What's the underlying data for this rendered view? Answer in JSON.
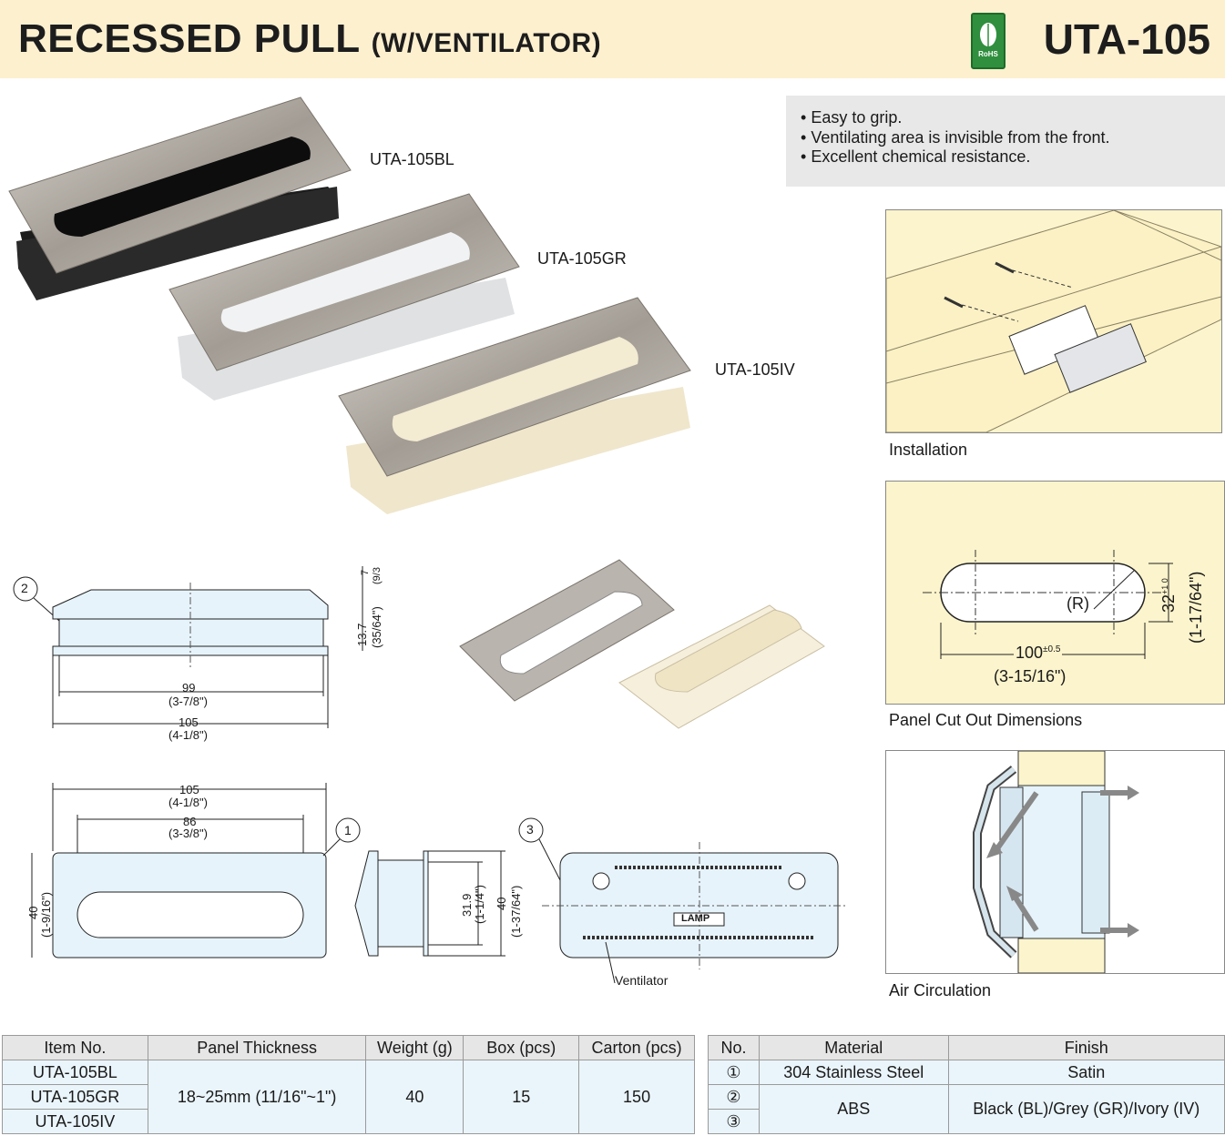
{
  "header": {
    "title": "RECESSED PULL",
    "subtitle": "(W/VENTILATOR)",
    "rohs_label": "RoHS",
    "model": "UTA-105"
  },
  "features": [
    "Easy to grip.",
    "Ventilating area is invisible from the front.",
    "Excellent chemical resistance."
  ],
  "products": [
    {
      "label": "UTA-105BL",
      "color": "#1a1a1a"
    },
    {
      "label": "UTA-105GR",
      "color": "#e6e8ea"
    },
    {
      "label": "UTA-105IV",
      "color": "#f3ecd6"
    }
  ],
  "panels": {
    "installation": "Installation",
    "cutout": "Panel Cut Out Dimensions",
    "air": "Air Circulation"
  },
  "cutout_dims": {
    "radius": "(R)",
    "width": "100",
    "width_tol": "±0.5",
    "width_in": "(3-15/16\")",
    "height": "32",
    "height_tol": "+1 0",
    "height_in": "(1-17/64\")"
  },
  "drawing_side": {
    "callout": "2",
    "w_inner": "99",
    "w_inner_in": "(3-7/8\")",
    "w_outer": "105",
    "w_outer_in": "(4-1/8\")",
    "h": "13.7",
    "h_in": "(35/64\")",
    "h_top": "7",
    "h_top_in": "(9/3"
  },
  "drawing_front": {
    "callout": "1",
    "w_outer": "105",
    "w_outer_in": "(4-1/8\")",
    "w_inner": "86",
    "w_inner_in": "(3-3/8\")",
    "h": "40",
    "h_in": "(1-9/16\")"
  },
  "drawing_profile": {
    "h_inner": "31.9",
    "h_inner_in": "(1-1/4\")",
    "h": "40",
    "h_in": "(1-37/64\")"
  },
  "drawing_back": {
    "callout": "3",
    "logo": "LAMP",
    "ventilator": "Ventilator"
  },
  "table_items": {
    "headers": [
      "Item No.",
      "Panel Thickness",
      "Weight (g)",
      "Box (pcs)",
      "Carton (pcs)"
    ],
    "items": [
      "UTA-105BL",
      "UTA-105GR",
      "UTA-105IV"
    ],
    "thickness": "18~25mm (11/16\"~1\")",
    "weight": "40",
    "box": "15",
    "carton": "150"
  },
  "table_materials": {
    "headers": [
      "No.",
      "Material",
      "Finish"
    ],
    "rows": [
      {
        "no": "①",
        "material": "304 Stainless Steel",
        "finish": "Satin"
      },
      {
        "no": "②",
        "material": "ABS",
        "finish": "Black (BL)/Grey (GR)/Ivory (IV)"
      },
      {
        "no": "③"
      }
    ]
  }
}
